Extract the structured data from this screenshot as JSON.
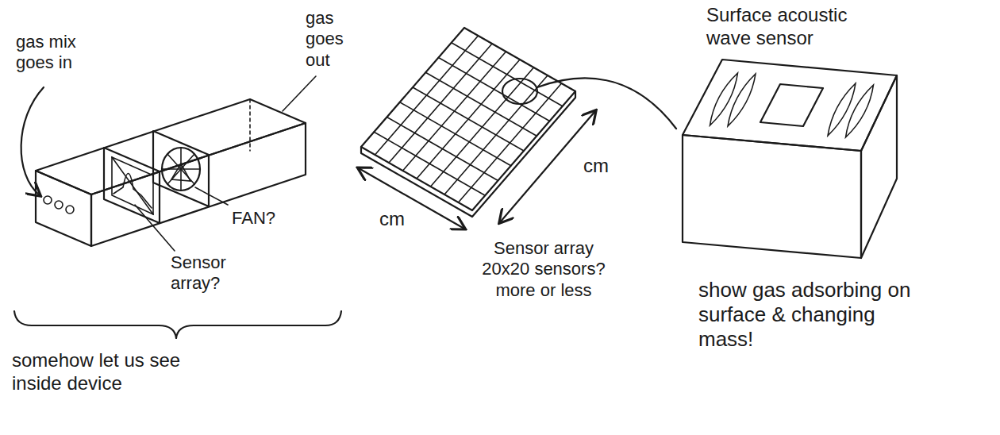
{
  "diagram": {
    "labels": [
      "gas mix goes in",
      "gas goes out",
      "FAN?",
      "Sensor array?",
      "somehow let us see inside device",
      "cm",
      "cm",
      "Sensor array 20x20 sensors? more or less",
      "Surface acoustic wave sensor",
      "show gas adsorbing on surface & changing mass!"
    ]
  }
}
